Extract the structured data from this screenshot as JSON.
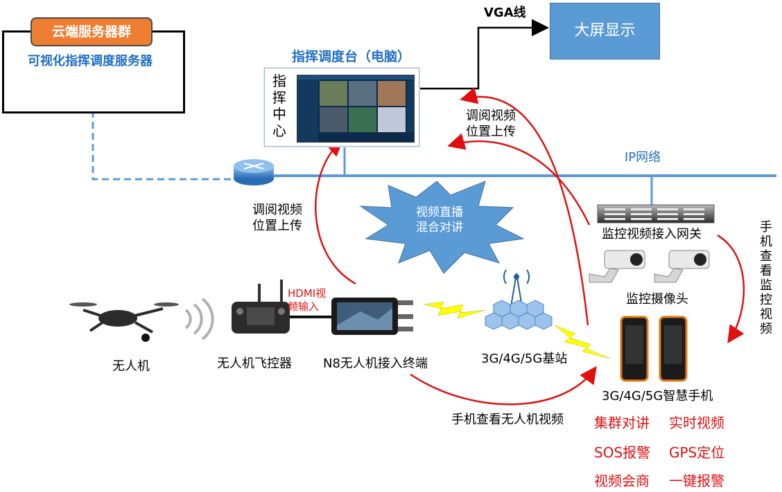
{
  "cloud": {
    "tag": "云端服务器群",
    "server_label": "可视化指挥调度服务器"
  },
  "console": {
    "title": "指挥调度台（电脑）",
    "label": "指挥中心"
  },
  "vga": {
    "label": "VGA线"
  },
  "big_screen": {
    "label": "大屏显示"
  },
  "network": {
    "label": "IP网络"
  },
  "router_caption": "调阅视频\n位置上传",
  "upload_caption": "调阅视频\n位置上传",
  "cloud_shape": {
    "label": "视频直播\n混合对讲"
  },
  "gateway": {
    "label": "监控视频接入网关"
  },
  "camera": {
    "label": "监控摄像头"
  },
  "phone_view_monitor": {
    "label": "手机查看监控视频"
  },
  "drone": {
    "label": "无人机"
  },
  "controller": {
    "label": "无人机飞控器"
  },
  "hdmi": {
    "label": "HDMI视\n频输入"
  },
  "terminal": {
    "label": "N8无人机接入终端"
  },
  "base_station": {
    "label": "3G/4G/5G基站"
  },
  "smartphone": {
    "label": "3G/4G/5G智慧手机"
  },
  "phone_view_drone": {
    "label": "手机查看无人机视频"
  },
  "features": [
    "集群对讲",
    "实时视频",
    "SOS报警",
    "GPS定位",
    "视频会商",
    "一键报警"
  ],
  "colors": {
    "network": "#5b9bd5",
    "arrow": "#e01010",
    "cloud_tag": "#ed7d31",
    "screen": "#5b9bd5",
    "lightning": "#ffff00"
  }
}
